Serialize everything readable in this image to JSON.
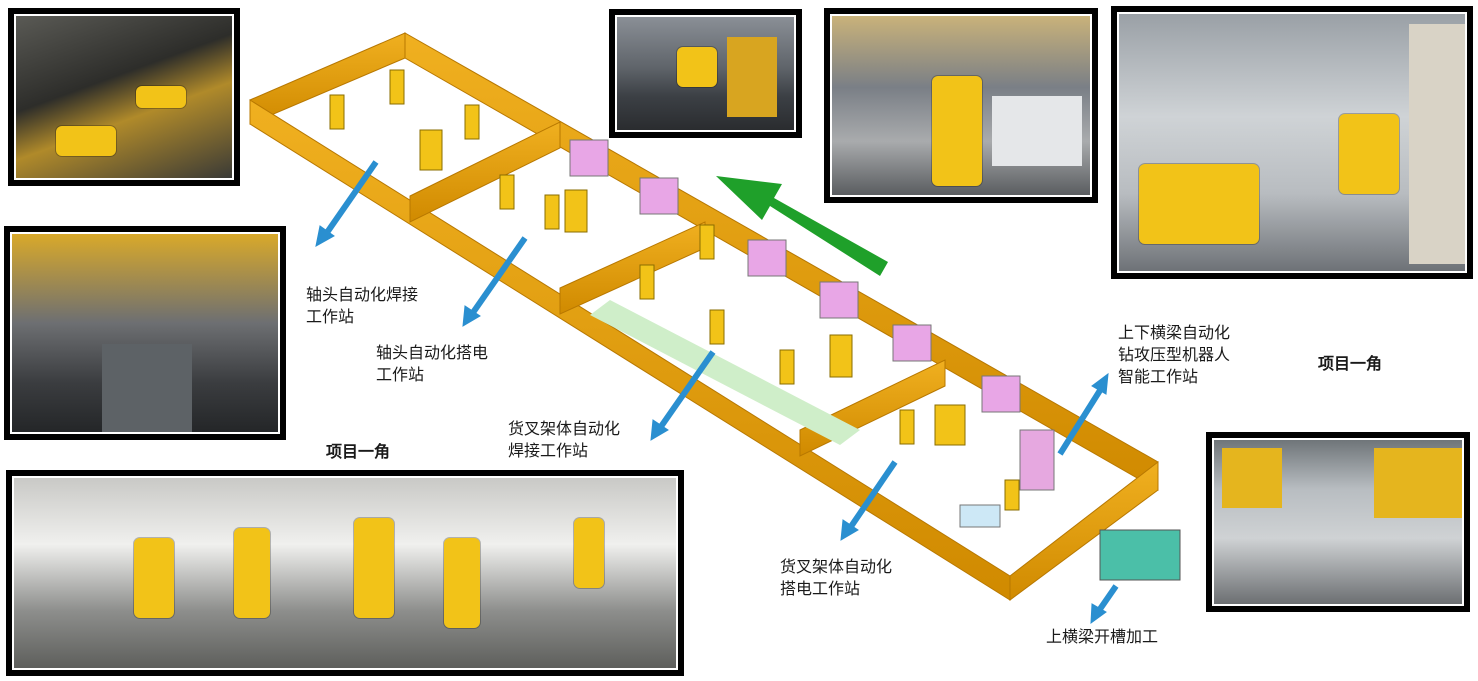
{
  "labels": {
    "axle_welding": "轴头自动化焊接\n工作站",
    "axle_tack": "轴头自动化搭电\n工作站",
    "fork_welding": "货叉架体自动化\n焊接工作站",
    "fork_tack": "货叉架体自动化\n搭电工作站",
    "beam_drill": "上下横梁自动化\n钻攻压型机器人\n智能工作站",
    "beam_groove": "上横梁开槽加工"
  },
  "headings": {
    "corner_left": "项目一角",
    "corner_right": "项目一角"
  },
  "colors": {
    "fence": "#e8a20a",
    "fence_dark": "#b87800",
    "floor": "#ffffff",
    "arrow_blue": "#2a8fd0",
    "arrow_green": "#1fa02a",
    "robot_yellow": "#f2c318",
    "photo_frame": "#000000"
  },
  "icons": {
    "flow_arrow": "green-flow-arrow",
    "pointer_arrow": "blue-pointer-arrow"
  }
}
